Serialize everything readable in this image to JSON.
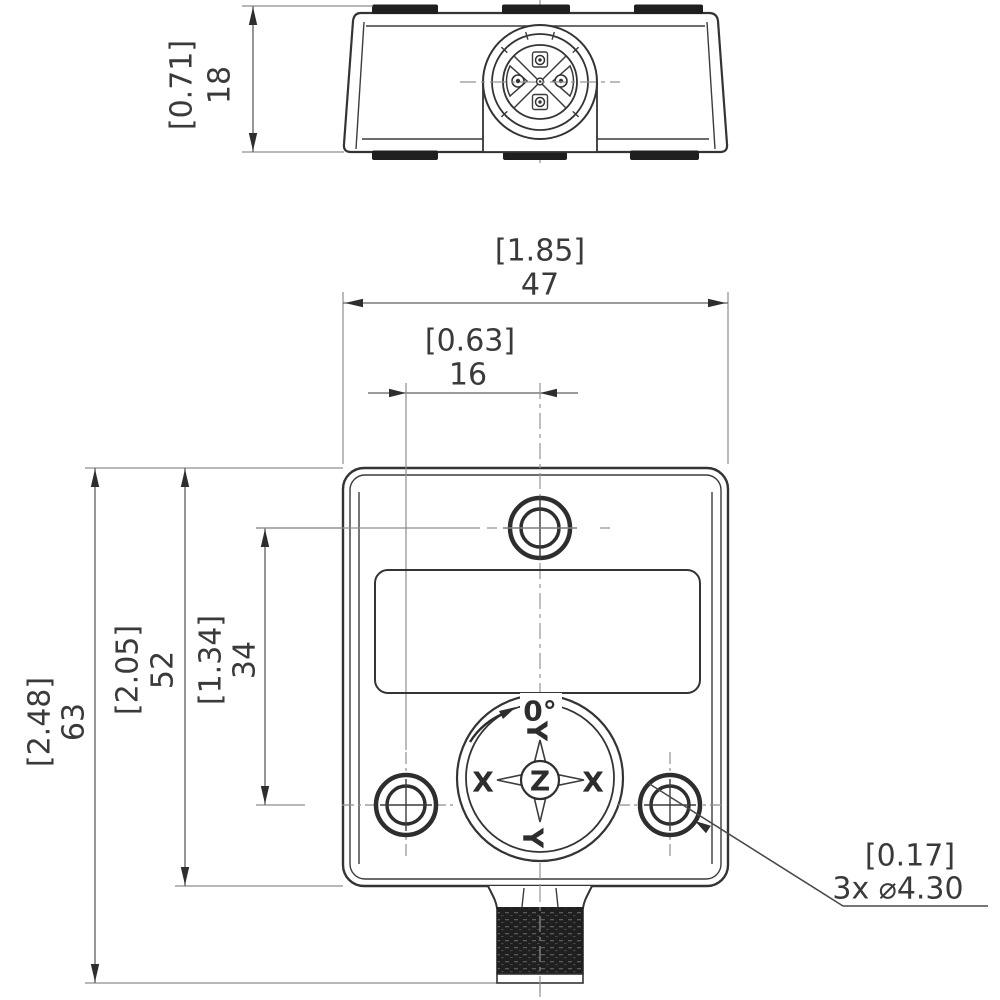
{
  "drawing_type": "sensor outline dimension drawing",
  "dims": {
    "top_height_in": "[0.71]",
    "top_height_mm": "18",
    "width_in": "[1.85]",
    "width_mm": "47",
    "hole_offset_in": "[0.63]",
    "hole_offset_mm": "16",
    "total_height_in": "[2.48]",
    "total_height_mm": "63",
    "body_height_in": "[2.05]",
    "body_height_mm": "52",
    "hole_span_in": "[1.34]",
    "hole_span_mm": "34",
    "mount_hole_in": "[0.17]",
    "mount_hole_label": "3x ⌀4.30"
  },
  "rose": {
    "zero": "0°",
    "x_left": "X",
    "x_right": "X",
    "y_top": "Y",
    "y_bottom": "Y",
    "z": "Z"
  },
  "colors": {
    "background": "#ffffff",
    "line": "#343434",
    "extension_line": "#8e8e8e",
    "centerline": "#949494",
    "dark_fill": "#1f1f1f",
    "text": "#3a3a3a"
  }
}
